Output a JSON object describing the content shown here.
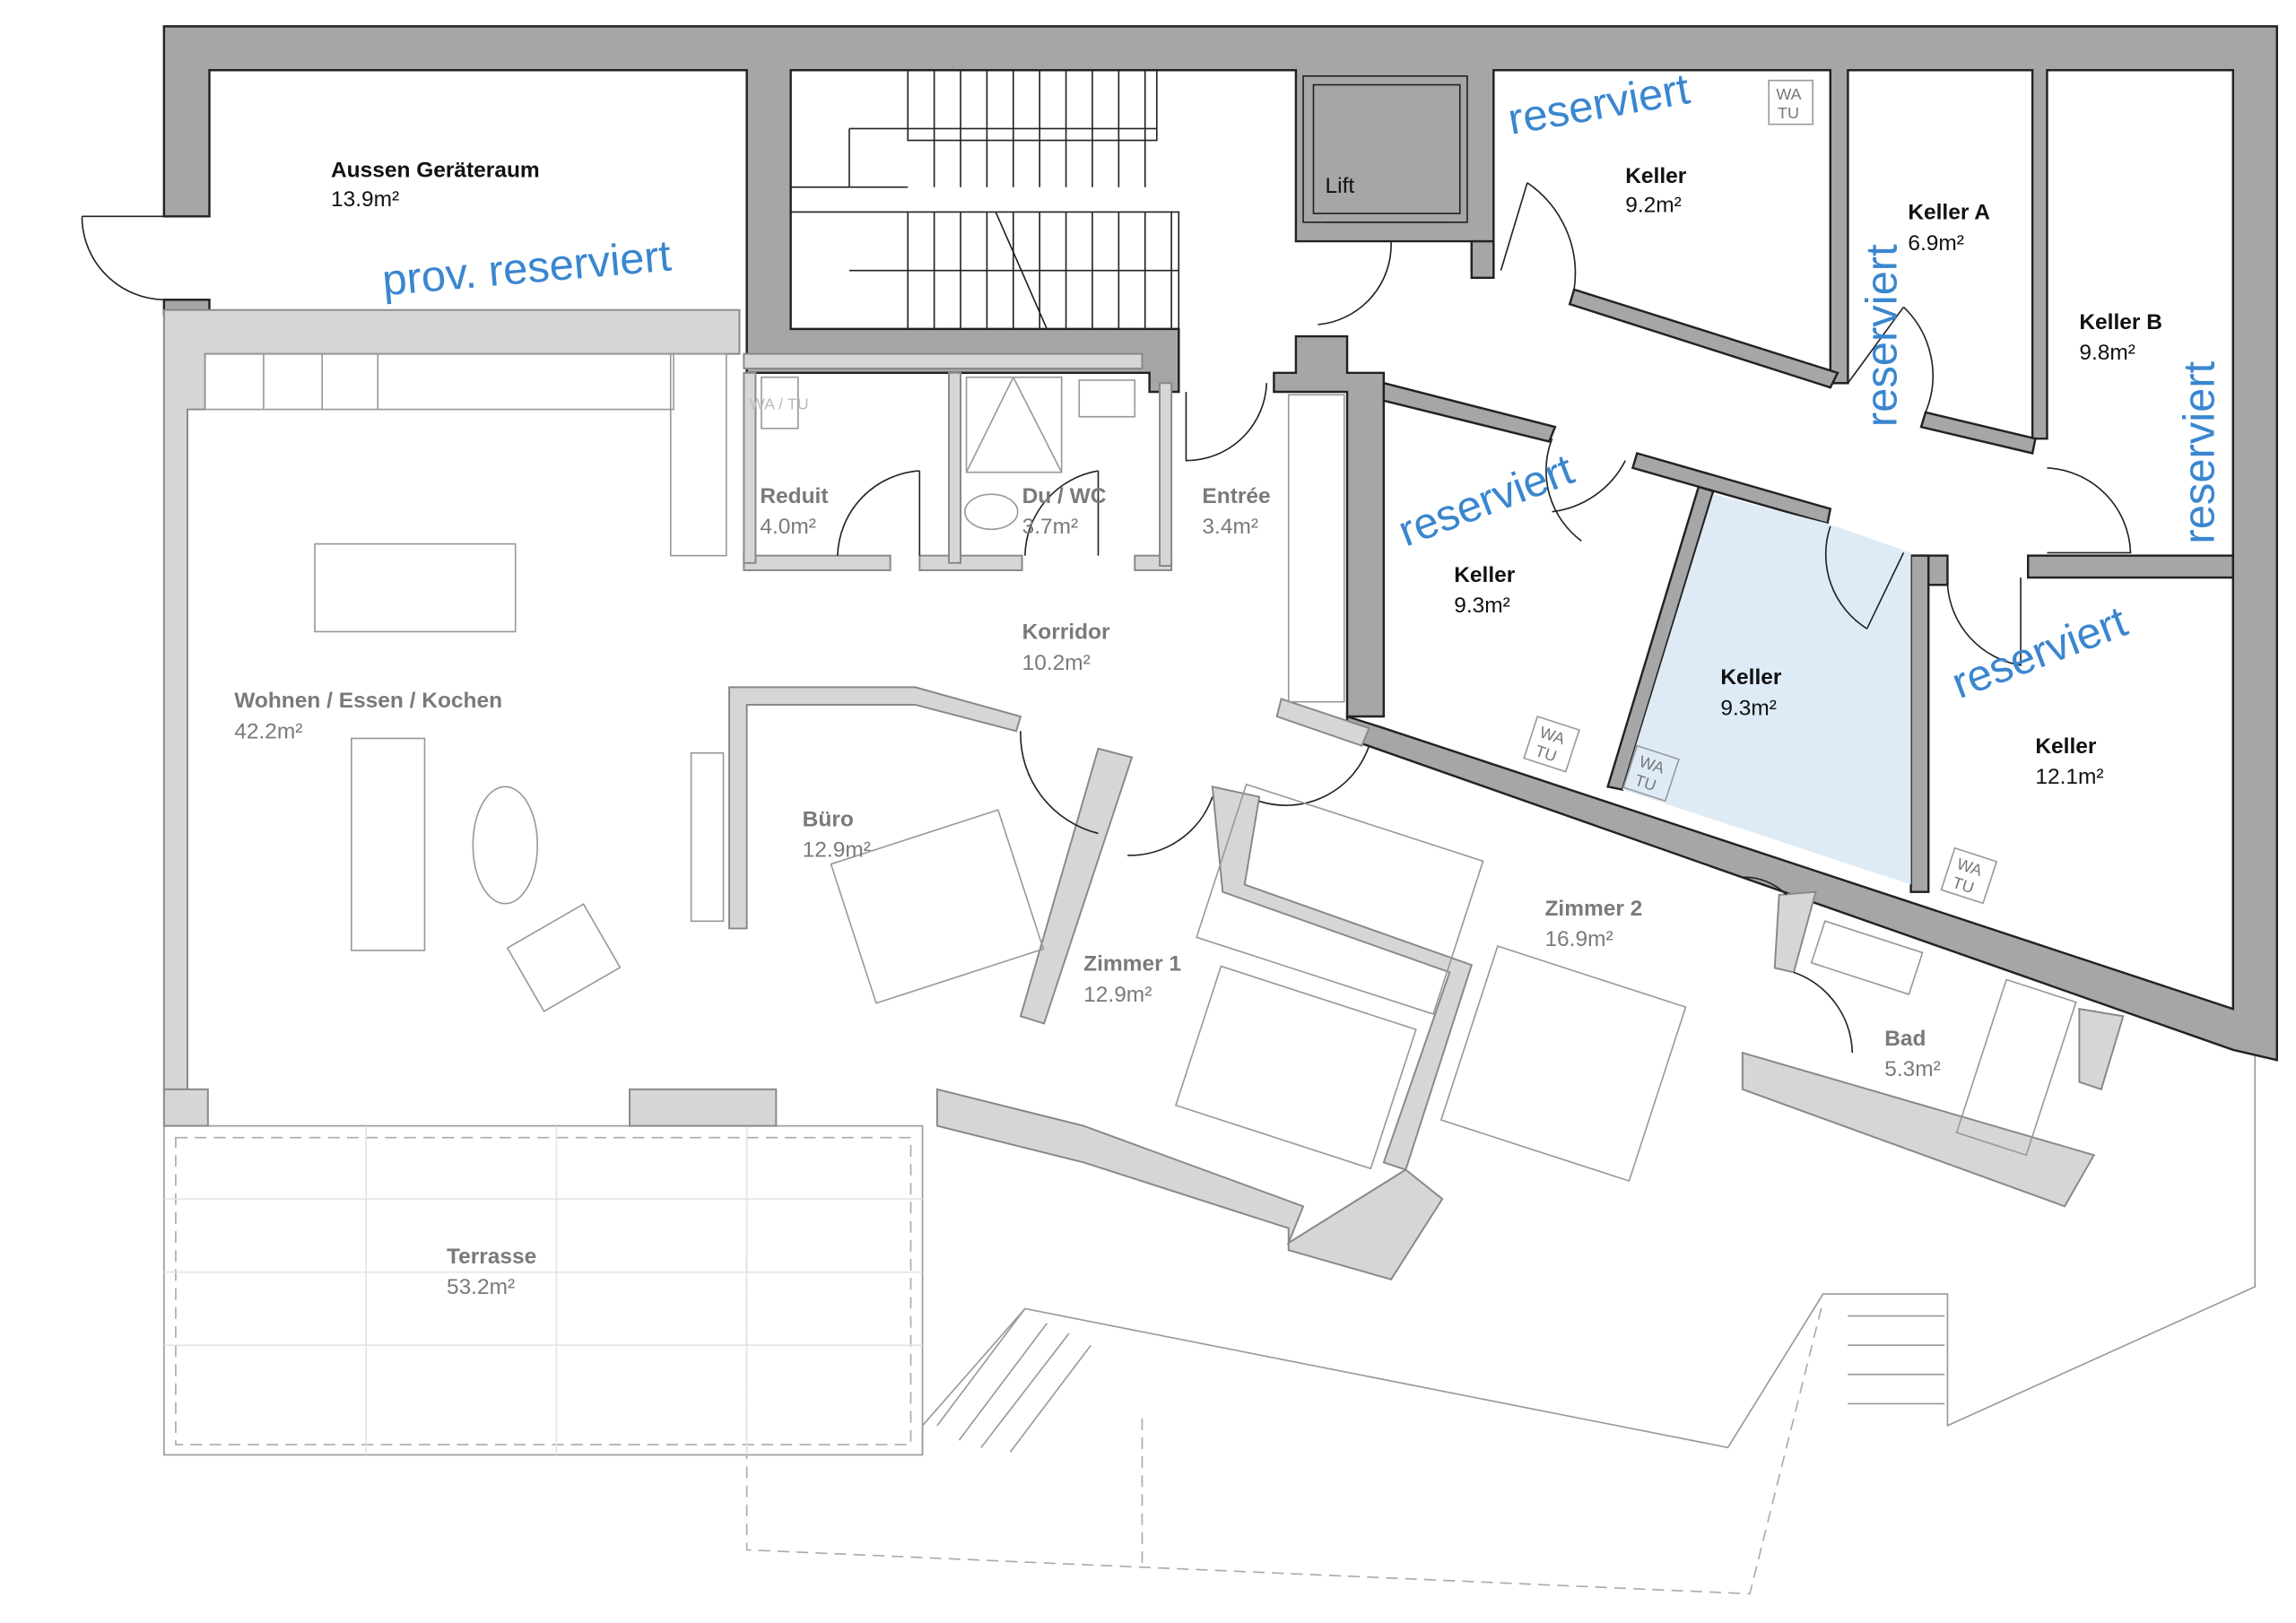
{
  "plan": {
    "highlight_color": "#deebf7",
    "reserved_color": "#3a86cf",
    "rooms": {
      "aussen": {
        "name": "Aussen Geräteraum",
        "area": "13.9m²"
      },
      "lift": {
        "name": "Lift"
      },
      "keller1": {
        "name": "Keller",
        "area": "9.2m²"
      },
      "kellerA": {
        "name": "Keller A",
        "area": "6.9m²"
      },
      "kellerB": {
        "name": "Keller B",
        "area": "9.8m²"
      },
      "keller2": {
        "name": "Keller",
        "area": "9.3m²"
      },
      "keller3": {
        "name": "Keller",
        "area": "9.3m²"
      },
      "keller4": {
        "name": "Keller",
        "area": "12.1m²"
      },
      "reduit": {
        "name": "Reduit",
        "area": "4.0m²"
      },
      "duwc": {
        "name": "Du / WC",
        "area": "3.7m²"
      },
      "entree": {
        "name": "Entrée",
        "area": "3.4m²"
      },
      "korridor": {
        "name": "Korridor",
        "area": "10.2m²"
      },
      "wohnen": {
        "name": "Wohnen / Essen / Kochen",
        "area": "42.2m²"
      },
      "buero": {
        "name": "Büro",
        "area": "12.9m²"
      },
      "zimmer1": {
        "name": "Zimmer 1",
        "area": "12.9m²"
      },
      "zimmer2": {
        "name": "Zimmer 2",
        "area": "16.9m²"
      },
      "bad": {
        "name": "Bad",
        "area": "5.3m²"
      },
      "terrasse": {
        "name": "Terrasse",
        "area": "53.2m²"
      }
    },
    "stamps": {
      "prov_reserved": "prov. reserviert",
      "reserved": "reserviert",
      "wa": "WA",
      "tu": "TU",
      "watu": "WA / TU"
    }
  }
}
